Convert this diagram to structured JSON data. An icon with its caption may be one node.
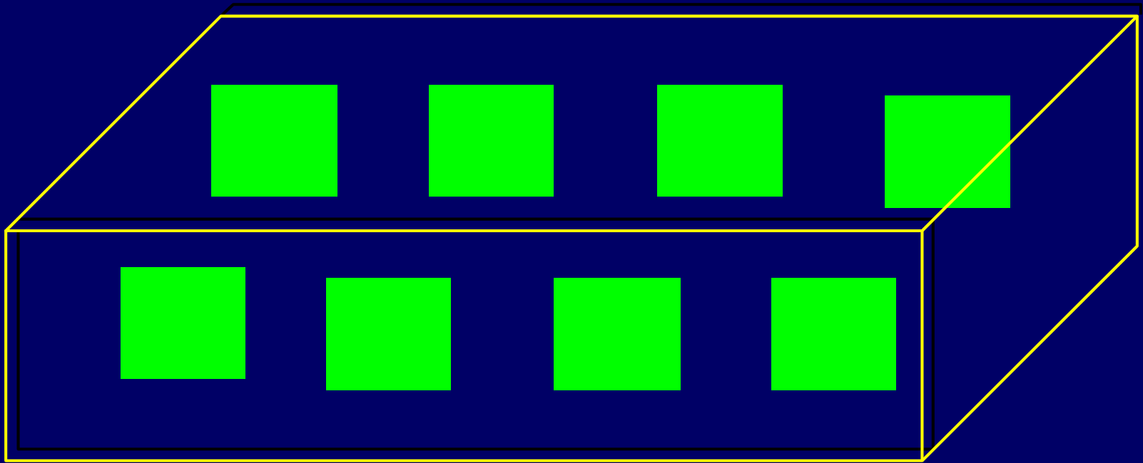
{
  "diagram": {
    "nodes": [
      {
        "text": [],
        "shape": "box"
      },
      {
        "text": [],
        "shape": "box"
      },
      {
        "text": [],
        "shape": "box"
      },
      {
        "text": [],
        "shape": "box"
      },
      {
        "text": [],
        "shape": "box"
      },
      {
        "text": [],
        "shape": "box"
      },
      {
        "text": [],
        "shape": "box"
      },
      {
        "text": [],
        "shape": "box"
      }
    ]
  }
}
